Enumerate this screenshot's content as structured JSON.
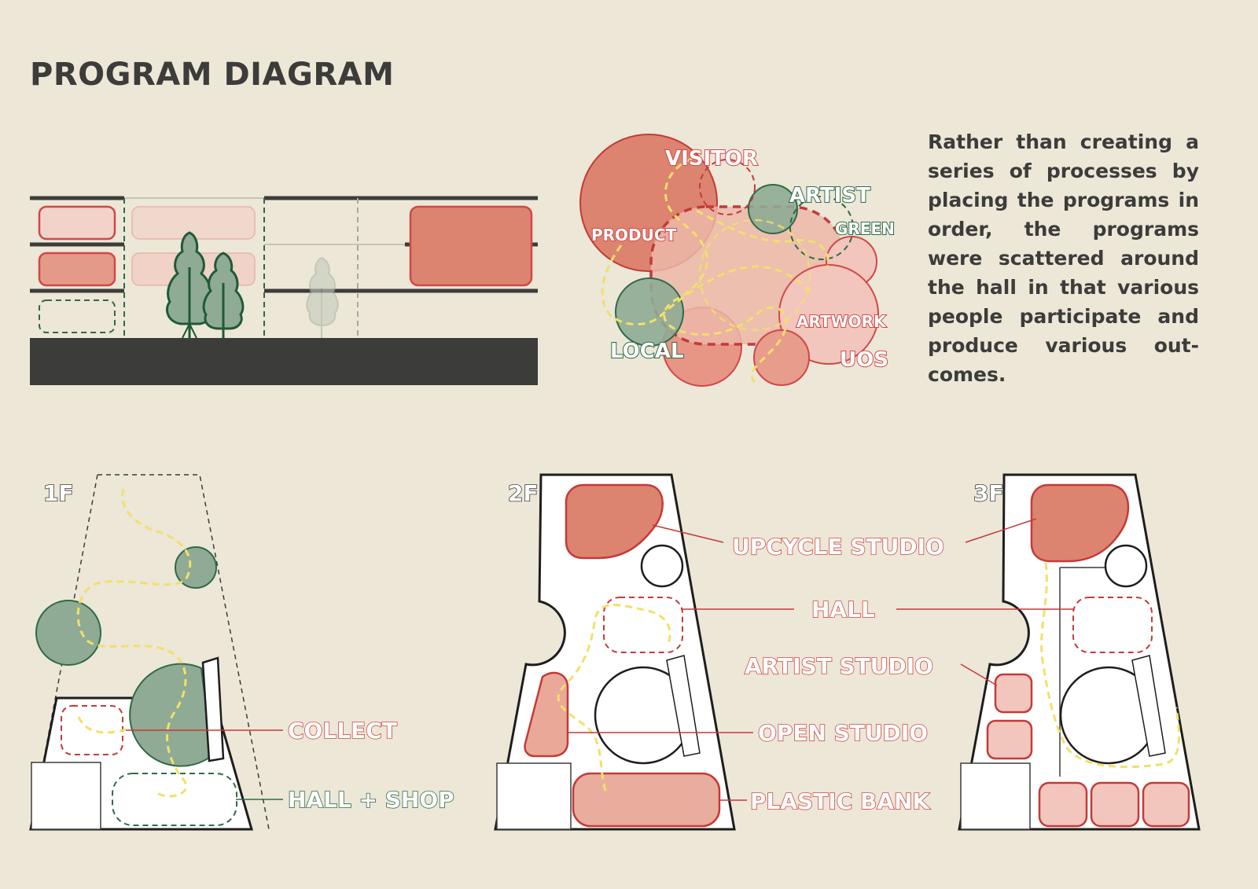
{
  "title": "PROGRAM DIAGRAM",
  "description": "Rather than creating a series of processes by placing the programs in order, the programs were scattered around the hall in that various people participate and produce various out-comes.",
  "bubble_labels": {
    "visitor": "VISITOR",
    "artist": "ARTIST",
    "green": "GREEN",
    "product": "PRODUCT",
    "artwork": "ARTWORK",
    "local": "LOCAL",
    "uos": "UOS"
  },
  "floors": {
    "f1": "1F",
    "f2": "2F",
    "f3": "3F"
  },
  "plan_labels": {
    "collect": "COLLECT",
    "hall_shop": "HALL + SHOP",
    "upcycle_studio": "UPCYCLE STUDIO",
    "hall": "HALL",
    "artist_studio": "ARTIST STUDIO",
    "open_studio": "OPEN STUDIO",
    "plastic_bank": "PLASTIC BANK"
  },
  "colors": {
    "background": "#ece7d7",
    "red": "#d04848",
    "red_fill": "#dc8470",
    "pink_fill": "#f2c6bc",
    "green": "#2f6a47",
    "green_fill": "#8fab95",
    "yellow_path": "#f2e06a",
    "dark": "#3c3c3a"
  }
}
